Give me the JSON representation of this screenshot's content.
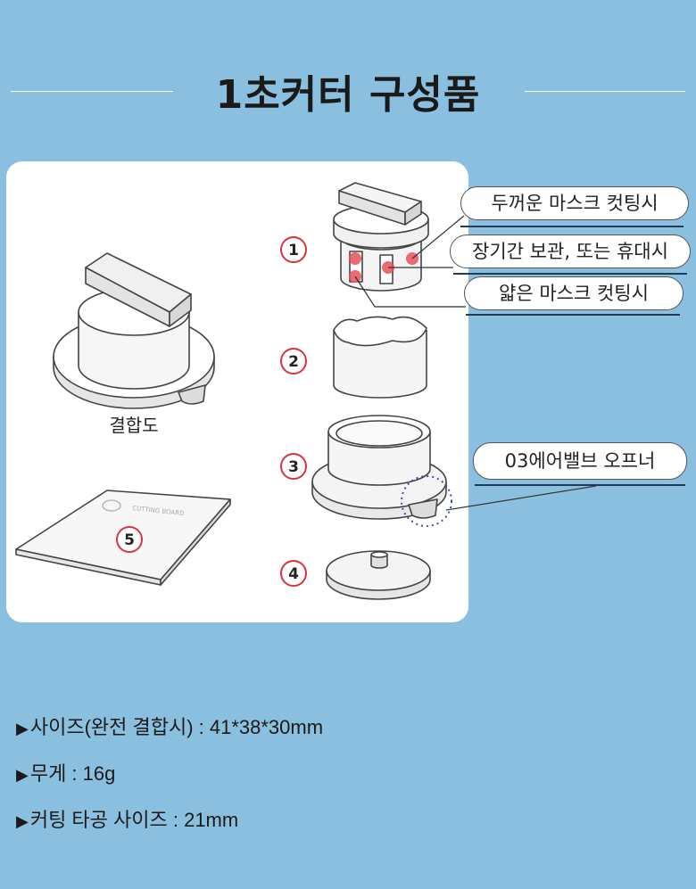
{
  "title": "1초커터  구성품",
  "assembled_label": "결합도",
  "board_text": "CUTTING BOARD",
  "numbers": [
    "1",
    "2",
    "3",
    "4",
    "5"
  ],
  "callouts": {
    "thick": "두꺼운 마스크 컷팅시",
    "storage": "장기간 보관, 또는 휴대시",
    "thin": "얇은 마스크 컷팅시",
    "valve": "03에어밸브 오프너"
  },
  "specs": [
    {
      "arrow": "▶",
      "text": "사이즈(완전 결합시) : 41*38*30mm"
    },
    {
      "arrow": "▶",
      "text": "무게 : 16g"
    },
    {
      "arrow": "▶",
      "text": "커팅 타공 사이즈 : 21mm"
    }
  ],
  "colors": {
    "background": "#8bbfe0",
    "marker": "#e8505a",
    "number_circle": "#d9333f"
  }
}
